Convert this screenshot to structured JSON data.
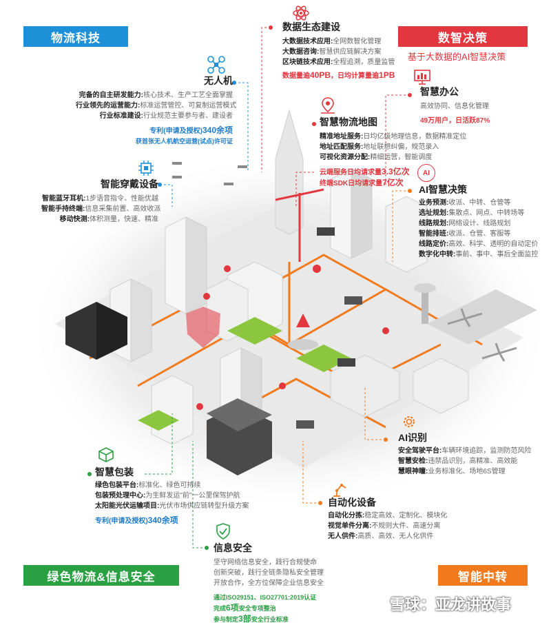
{
  "banners": {
    "top_left": "物流科技",
    "top_right": "数智决策",
    "top_right_sub": "基于大数据的AI智慧决策",
    "bottom_left": "绿色物流&信息安全",
    "bottom_right": "智能中转"
  },
  "data_ecosystem": {
    "title": "数据生态建设",
    "rows": [
      {
        "k": "大数据技术应用:",
        "v": "全网数智化管理"
      },
      {
        "k": "大数据咨询:",
        "v": "智慧供应链解决方案"
      },
      {
        "k": "区块链技术应用:",
        "v": "全程追溯，质量监管"
      }
    ],
    "metric": {
      "pre1": "数据量逾",
      "val1": "40PB",
      "pre2": "，日均计算量逾",
      "val2": "1PB"
    }
  },
  "drone": {
    "title": "无人机",
    "rows": [
      {
        "k": "完备的自主研发能力:",
        "v": "核心技术、生产工艺全面掌握"
      },
      {
        "k": "行业领先的运营能力:",
        "v": "标准运营管控、可复制运营模式"
      },
      {
        "k": "行业标准建设:",
        "v": "行业规范主要参与者、建设者"
      }
    ],
    "patent": {
      "pre": "专利(申请及授权)",
      "val": "340余项"
    },
    "license": "获首张无人机航空运营(试点)许可证"
  },
  "smart_office": {
    "title": "智慧办公",
    "desc": "高效协同、信息化管理",
    "metric": {
      "val1": "49万用户",
      "pre2": "，日活跃",
      "val2": "87%"
    }
  },
  "logistics_map": {
    "title": "智慧物流地图",
    "rows": [
      {
        "k": "精准地址服务:",
        "v": "日均亿级地理信息，数据精准定位"
      },
      {
        "k": "地址匹配服务:",
        "v": "地址联想纠偏，规范录入"
      },
      {
        "k": "可视化资源分配:",
        "v": "精细运营，智能调度"
      }
    ],
    "m1": {
      "pre": "云端服务日均请求量",
      "val": "3.3亿次"
    },
    "m2": {
      "pre": "终端SDK日均请求量",
      "val": "7亿次"
    }
  },
  "wearable": {
    "title": "智能穿戴设备",
    "rows": [
      {
        "k": "智能蓝牙耳机:",
        "v": "1步语音指令、性能优越"
      },
      {
        "k": "智能手持终端:",
        "v": "信息采集前置、高效收派"
      },
      {
        "k": "移动快测:",
        "v": "体积测量，快速、精准"
      }
    ]
  },
  "ai_decision": {
    "title": "AI智慧决策",
    "icon_text": "AI",
    "rows": [
      {
        "k": "业务预测:",
        "v": "收派、中转、仓管等"
      },
      {
        "k": "选址规划:",
        "v": "集散点、网点、中转场等"
      },
      {
        "k": "线路规划:",
        "v": "网络设计、线路规划"
      },
      {
        "k": "智能排班:",
        "v": "收派、仓管、客服等"
      },
      {
        "k": "线路定价:",
        "v": "高效、科学、透明的自动定价"
      },
      {
        "k": "数字化中转:",
        "v": "事前、事中、事后全面监控"
      }
    ]
  },
  "ai_recognition": {
    "title": "AI识别",
    "rows": [
      {
        "k": "安全驾驶平台:",
        "v": "车辆环境追踪，监测防范风险"
      },
      {
        "k": "智慧安检:",
        "v": "违禁品识别，高精准、高效能"
      },
      {
        "k": "慧眼神瞳:",
        "v": "业务标准化、场地6S管理"
      }
    ]
  },
  "packaging": {
    "title": "智慧包装",
    "rows": [
      {
        "k": "绿色包装平台:",
        "v": "标准化、绿色可持续"
      },
      {
        "k": "包装预处理中心:",
        "v": "为生鲜发运\"前\"一公里保驾护航"
      },
      {
        "k": "太阳能光伏运输项目:",
        "v": "光伏市场供应链转型升级方案"
      }
    ],
    "patent": {
      "pre": "专利(申请及授权)",
      "val": "340余项"
    }
  },
  "automation": {
    "title": "自动化设备",
    "rows": [
      {
        "k": "自动化分拣:",
        "v": "稳定高效、定制化、模块化"
      },
      {
        "k": "视觉单件分离:",
        "v": "不规则大件、高速分离"
      },
      {
        "k": "无人供件:",
        "v": "高质、高效、无人化供件"
      }
    ]
  },
  "info_security": {
    "title": "信息安全",
    "lines": [
      "坚守网络信息安全，践行合规使命",
      "创新突破，践行全链条隐私安全管理",
      "开放合作，全方位保障企业信息安全"
    ],
    "cert": "通过ISO29151、ISO27701:2019认证",
    "items": [
      {
        "pre": "完成",
        "val": "6项",
        "post": "安全专项整治"
      },
      {
        "pre": "参与制定",
        "val": "3部",
        "post": "安全行业标准"
      }
    ]
  },
  "watermark": "雪球：亚龙讲故事",
  "colors": {
    "red": "#e2373f",
    "blue": "#1e90d8",
    "green": "#2aa043",
    "orange": "#f07a1c"
  }
}
